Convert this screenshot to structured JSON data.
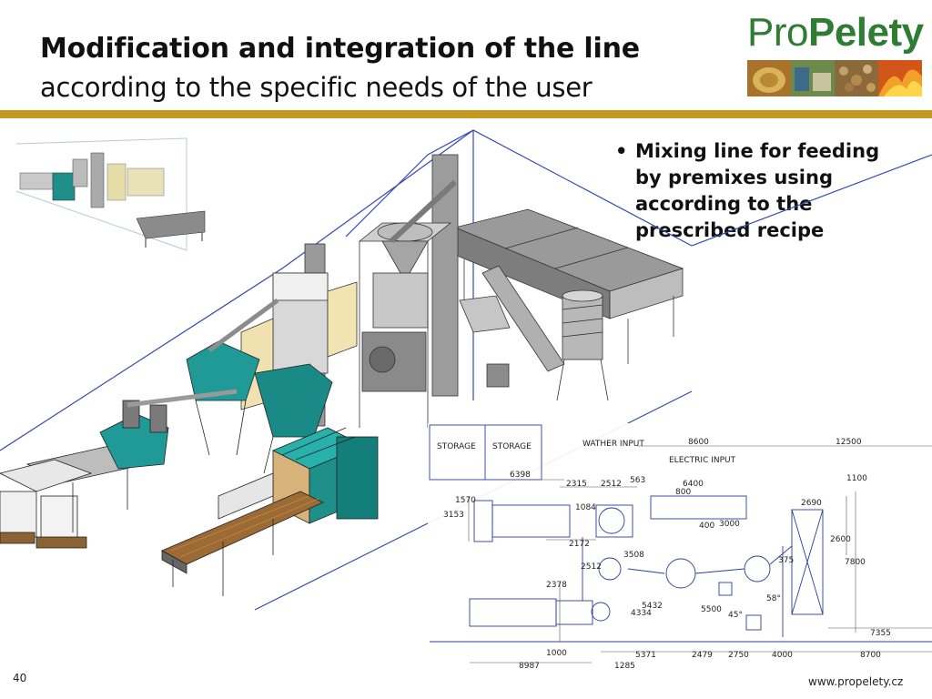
{
  "header": {
    "title": "Modification and integration of the line",
    "subtitle": "according to the specific needs of the user"
  },
  "logo": {
    "part1": "Pro",
    "part2": "Pelety"
  },
  "content": {
    "bullet": "Mixing line for feeding by premixes using according to the prescribed recipe"
  },
  "plan_labels": {
    "storage1": "STORAGE",
    "storage2": "STORAGE",
    "wather_input": "WATHER INPUT",
    "electric_input": "ELECTRIC INPUT",
    "dims": [
      "8600",
      "12500",
      "6398",
      "2315",
      "2512",
      "563",
      "6400",
      "800",
      "1100",
      "2690",
      "3153",
      "1570",
      "1084",
      "2172",
      "400",
      "3000",
      "2600",
      "7800",
      "3508",
      "2512",
      "2378",
      "4334",
      "5432",
      "5500",
      "45°",
      "58°",
      "375",
      "7355",
      "1000",
      "8987",
      "1285",
      "5371",
      "2479",
      "2750",
      "4000",
      "8700"
    ]
  },
  "footer": {
    "page_number": "40",
    "url": "www.propelety.cz"
  },
  "colors": {
    "accent_rule": "#c49a22",
    "logo_green": "#2e7d32",
    "machine_teal": "#1f9a96",
    "plan_blue": "#2b3f9e"
  }
}
